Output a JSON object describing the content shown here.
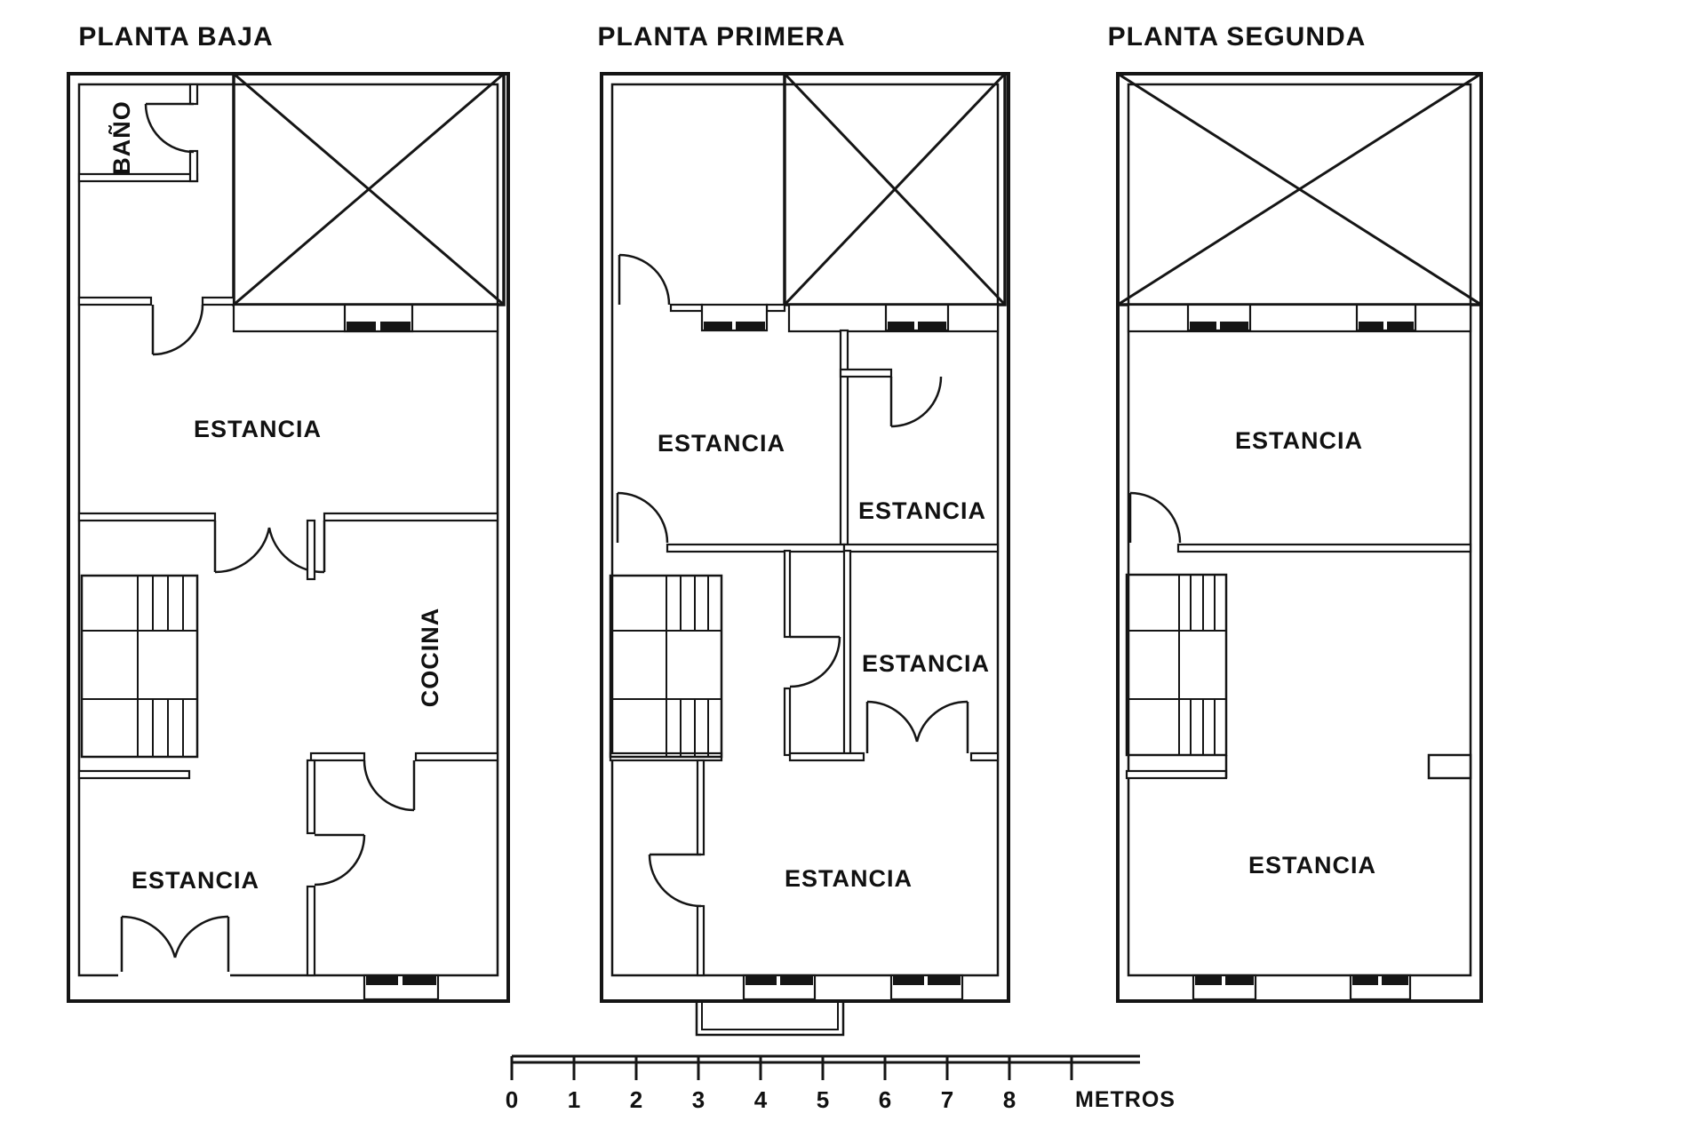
{
  "document": {
    "type": "architectural-floor-plans",
    "ink_color": "#151515",
    "background": "#ffffff"
  },
  "plans": {
    "baja": {
      "title": "PLANTA BAJA",
      "rooms": {
        "bano": "BAÑO",
        "estancia_upper": "ESTANCIA",
        "cocina": "COCINA",
        "estancia_lower": "ESTANCIA"
      }
    },
    "primera": {
      "title": "PLANTA PRIMERA",
      "rooms": {
        "estancia_nw": "ESTANCIA",
        "estancia_ne": "ESTANCIA",
        "estancia_mid": "ESTANCIA",
        "estancia_south": "ESTANCIA"
      }
    },
    "segunda": {
      "title": "PLANTA SEGUNDA",
      "rooms": {
        "estancia_upper": "ESTANCIA",
        "estancia_lower": "ESTANCIA"
      }
    }
  },
  "scale_bar": {
    "ticks": [
      "0",
      "1",
      "2",
      "3",
      "4",
      "5",
      "6",
      "7",
      "8"
    ],
    "unit": "METROS"
  }
}
